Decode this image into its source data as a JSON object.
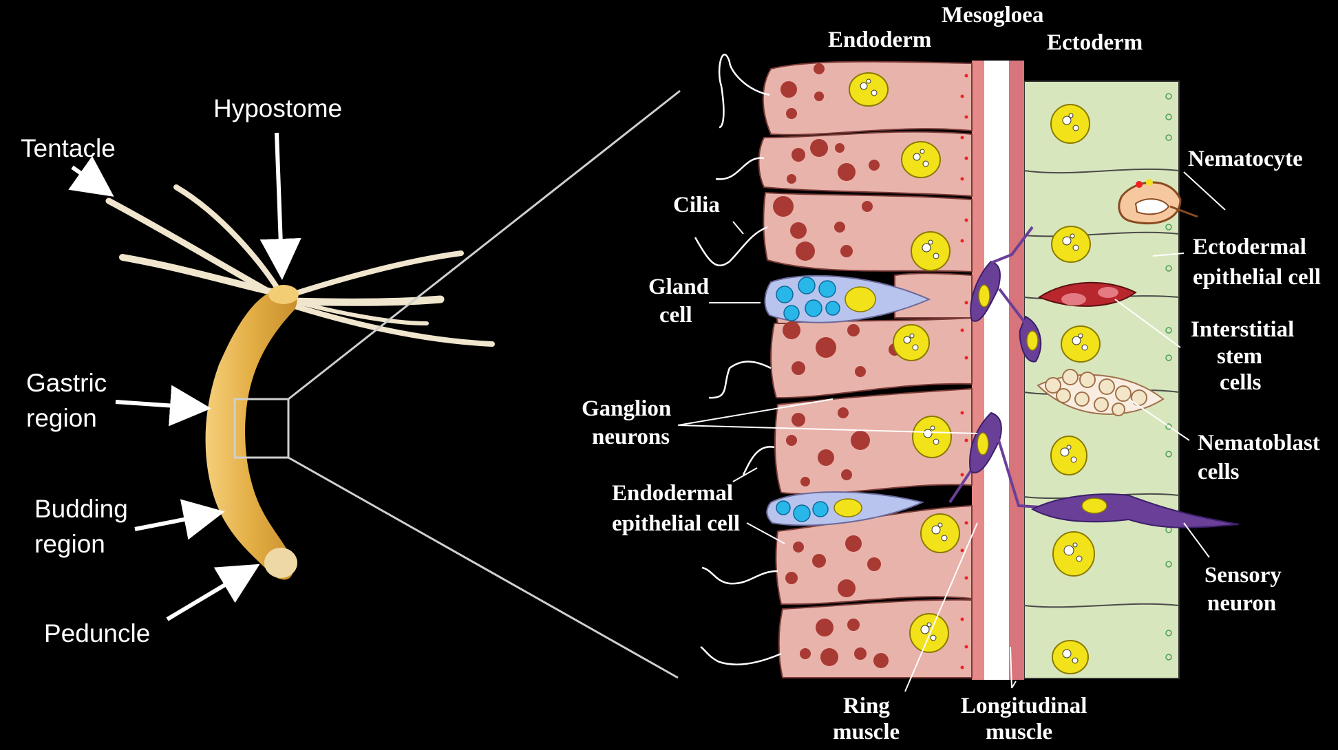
{
  "hydra_labels": {
    "tentacle": "Tentacle",
    "hypostome": "Hypostome",
    "gastric_1": "Gastric",
    "gastric_2": "region",
    "budding_1": "Budding",
    "budding_2": "region",
    "peduncle": "Peduncle"
  },
  "tissue_labels": {
    "endoderm": "Endoderm",
    "mesogloea": "Mesogloea",
    "ectoderm": "Ectoderm",
    "nematocyte": "Nematocyte",
    "cilia": "Cilia",
    "ecto_epi_1": "Ectodermal",
    "ecto_epi_2": "epithelial cell",
    "gland_1": "Gland",
    "gland_2": "cell",
    "interstitial_1": "Interstitial",
    "interstitial_2": "stem",
    "interstitial_3": "cells",
    "ganglion_1": "Ganglion",
    "ganglion_2": "neurons",
    "nematoblast_1": "Nematoblast",
    "nematoblast_2": "cells",
    "endo_epi_1": "Endodermal",
    "endo_epi_2": "epithelial cell",
    "sensory_1": "Sensory",
    "sensory_2": "neuron",
    "ring_1": "Ring",
    "ring_2": "muscle",
    "long_1": "Longitudinal",
    "long_2": "muscle"
  },
  "colors": {
    "background": "#000000",
    "hydra_body": "#e8b64a",
    "tentacle": "#f1e6cf",
    "endoderm_cell": "#e8b3ab",
    "endoderm_granule": "#a83a33",
    "ectoderm_cell": "#d8e6bd",
    "nucleus": "#f2e21a",
    "mesogloea": "#ffffff",
    "muscle": "#d8747b",
    "neuron": "#6a3f98",
    "gland_droplet": "#29b6e8",
    "zoom_lines": "#cfcfcf"
  }
}
